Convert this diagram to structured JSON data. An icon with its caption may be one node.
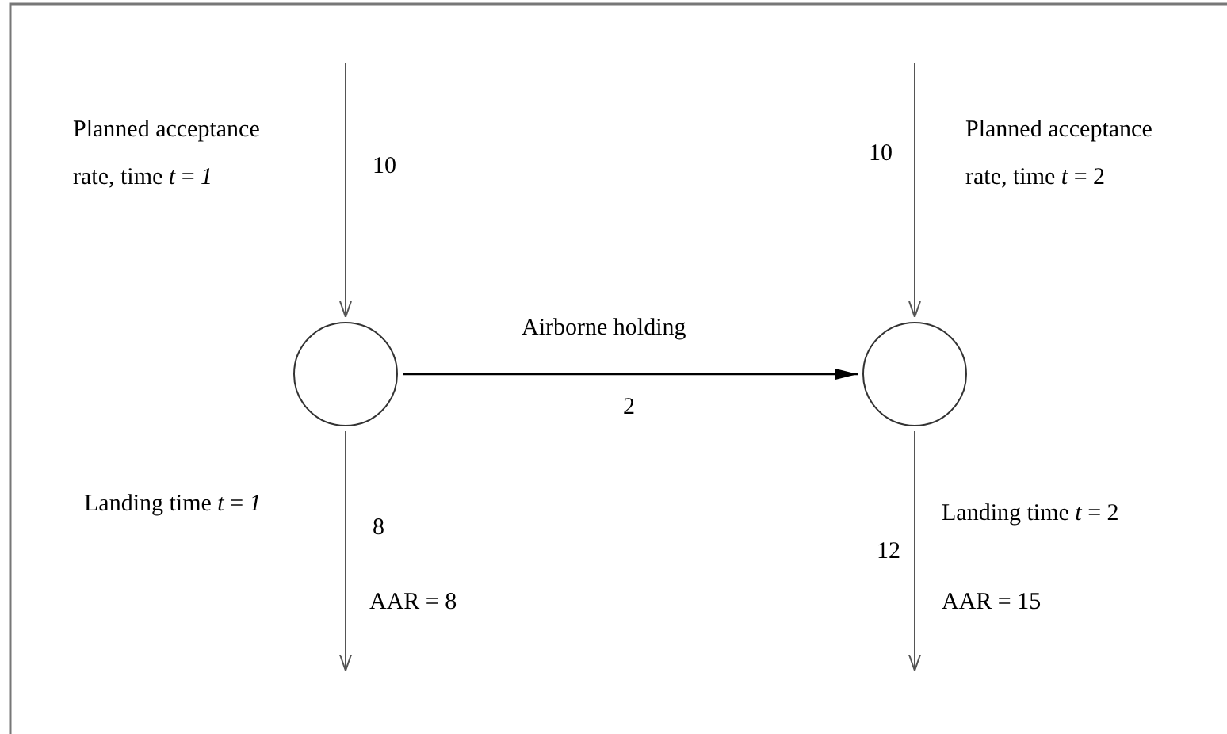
{
  "diagram": {
    "nodes": [
      {
        "text": [],
        "shape": "circle"
      },
      {
        "text": [],
        "shape": "circle"
      }
    ],
    "edges": [
      {
        "from": null,
        "to": 0,
        "arrow": "to",
        "label": "10"
      },
      {
        "from": null,
        "to": 1,
        "arrow": "to",
        "label": "10"
      },
      {
        "from": 0,
        "to": 1,
        "arrow": "to",
        "label": "Airborne holding"
      },
      {
        "from": 0,
        "to": null,
        "arrow": "to",
        "label": "8"
      },
      {
        "from": 1,
        "to": null,
        "arrow": "to",
        "label": "12"
      }
    ],
    "labels": [
      "Planned acceptance rate, time *t* = *1*",
      "Planned acceptance rate, time *t* = 2",
      "2",
      "Landing time  *t* = *1*",
      "Landing time  *t* = 2",
      "AAR = 8",
      "AAR = 15"
    ]
  }
}
